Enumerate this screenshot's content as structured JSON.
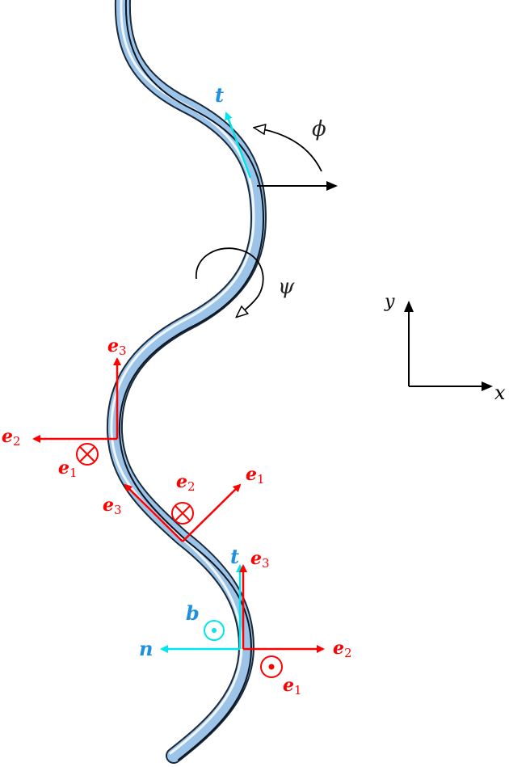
{
  "colors": {
    "frame": "#ff0000",
    "frenet": "#00e5ee",
    "label_blue": "#1e90e0",
    "rod": "#9cc3e8",
    "rod_edge": "#1a2a3a",
    "black": "#000000"
  },
  "labels": {
    "t_top": "t",
    "phi": "ϕ",
    "psi": "ψ",
    "axis_x": "x",
    "axis_y": "y",
    "frame1": {
      "e3": "e",
      "e3_sub": "3",
      "e2": "e",
      "e2_sub": "2",
      "e1": "e",
      "e1_sub": "1"
    },
    "frame2": {
      "e3": "e",
      "e3_sub": "3",
      "e2": "e",
      "e2_sub": "2",
      "e1": "e",
      "e1_sub": "1"
    },
    "frame3": {
      "t": "t",
      "e3": "e",
      "e3_sub": "3",
      "b": "b",
      "n": "n",
      "e2": "e",
      "e2_sub": "2",
      "e1": "e",
      "e1_sub": "1"
    }
  }
}
